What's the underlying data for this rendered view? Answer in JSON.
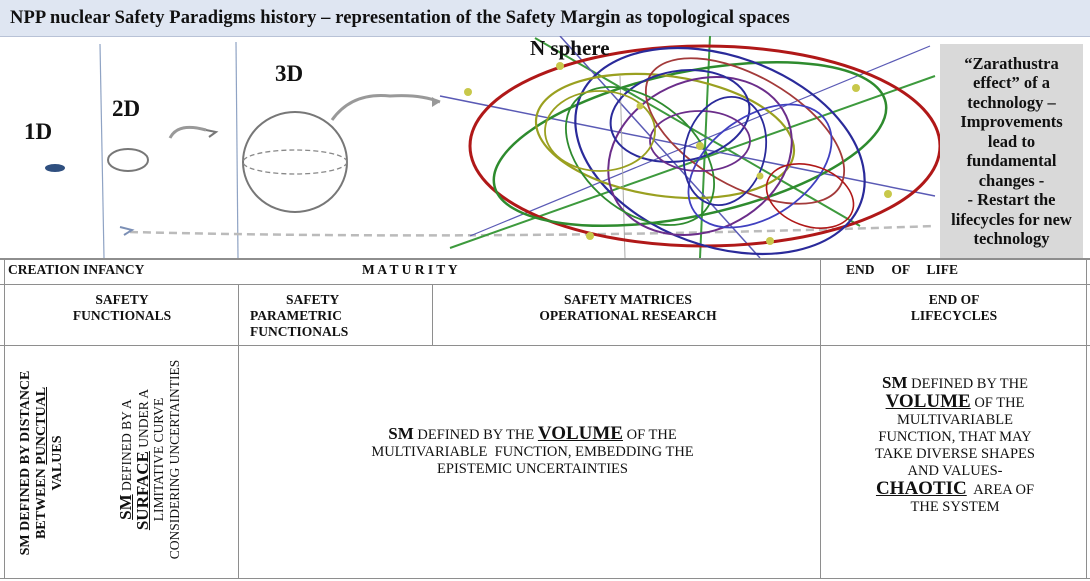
{
  "title": "NPP nuclear Safety Paradigms history – representation of the Safety Margin as topological spaces",
  "figure": {
    "label_1d": "1D",
    "label_2d": "2D",
    "label_3d": "3D",
    "label_nsphere": "N sphere",
    "zarathustra_lines": [
      "“Zarathustra",
      "effect” of a",
      "technology –",
      "Improvements",
      "lead to",
      "fundamental",
      "changes -",
      "- Restart the",
      "lifecycles for new",
      "technology"
    ],
    "colors": {
      "title_bg": "#dfe6f2",
      "zarathustra_bg": "#d9d9d9",
      "point_1d": "#2f4f7f",
      "sphere_red": "#b01818",
      "sphere_green": "#2e8b2e",
      "sphere_blue": "#2a2a9a",
      "sphere_olive": "#9aa020",
      "sphere_purple": "#6b2d8a"
    }
  },
  "phases": {
    "creation": "CREATION INFANCY",
    "maturity": "M A T U R I T Y",
    "end": "END     OF     LIFE"
  },
  "headers": {
    "col1": [
      "SAFETY",
      "FUNCTIONALS"
    ],
    "col2": [
      "SAFETY",
      "PARAMETRIC",
      "FUNCTIONALS"
    ],
    "col3": [
      "SAFETY MATRICES",
      "OPERATIONAL RESEARCH"
    ],
    "col4": [
      "END OF",
      "LIFECYCLES"
    ]
  },
  "body": {
    "v1_line1": "SM DEFINED BY DISTANCE",
    "v1_line2_pre": "BETWEEN ",
    "v1_line2_u": "PUNCTUAL",
    "v1_line3": "VALUES",
    "v2_line1_sm": "SM",
    "v2_line1_rest": " DEFINED BY A",
    "v2_line2_u": "SURFACE",
    "v2_line2_rest": " UNDER A",
    "v2_line3": "LIMITATIVE CURVE",
    "v2_line4": "CONSIDERING UNCERTAINTIES",
    "center_sm": "SM",
    "center_a": " DEFINED BY THE ",
    "center_vol": "VOLUME",
    "center_b": " OF THE",
    "center_l2": "MULTIVARIABLE  FUNCTION, EMBEDDING THE",
    "center_l3": "EPISTEMIC UNCERTAINTIES",
    "right_sm": "SM",
    "right_a": " DEFINED BY THE",
    "right_vol": "VOLUME",
    "right_b": " OF THE",
    "right_l3": "MULTIVARIABLE",
    "right_l4": "FUNCTION, THAT MAY",
    "right_l5": "TAKE DIVERSE SHAPES",
    "right_l6": "AND VALUES-",
    "right_chaotic": "CHAOTIC",
    "right_c": "  AREA OF",
    "right_l8": "THE SYSTEM"
  }
}
